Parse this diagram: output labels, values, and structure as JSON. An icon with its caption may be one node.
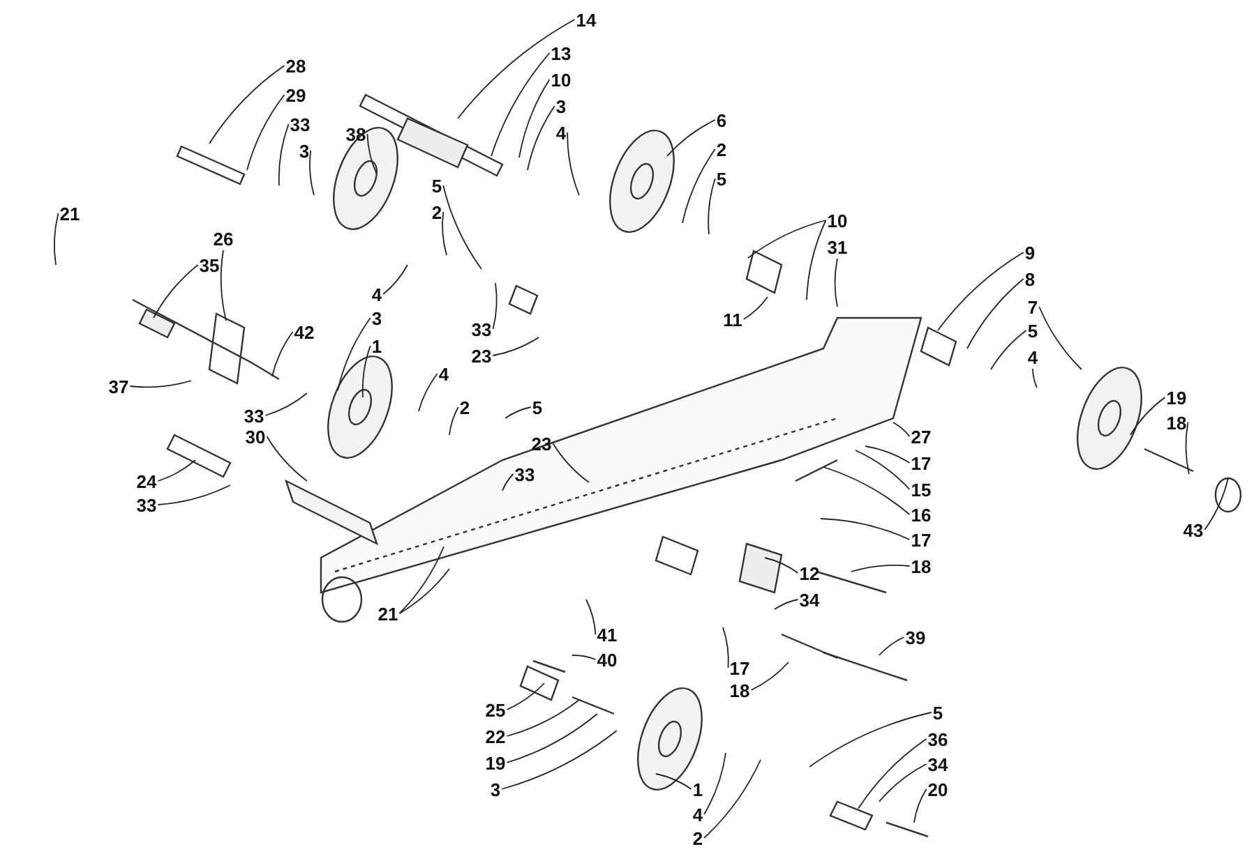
{
  "diagram": {
    "nodes": [
      {
        "text": [
          "14"
        ]
      },
      {
        "text": [
          "13"
        ]
      },
      {
        "text": [
          "10"
        ]
      },
      {
        "text": [
          "3"
        ]
      },
      {
        "text": [
          "4"
        ]
      },
      {
        "text": [
          "28"
        ]
      },
      {
        "text": [
          "29"
        ]
      },
      {
        "text": [
          "33"
        ]
      },
      {
        "text": [
          "3"
        ]
      },
      {
        "text": [
          "38"
        ]
      },
      {
        "text": [
          "6"
        ]
      },
      {
        "text": [
          "2"
        ]
      },
      {
        "text": [
          "5"
        ]
      },
      {
        "text": [
          "5"
        ]
      },
      {
        "text": [
          "2"
        ]
      },
      {
        "text": [
          "4"
        ]
      },
      {
        "text": [
          "10"
        ]
      },
      {
        "text": [
          "31"
        ]
      },
      {
        "text": [
          "11"
        ]
      },
      {
        "text": [
          "21"
        ]
      },
      {
        "text": [
          "26"
        ]
      },
      {
        "text": [
          "35"
        ]
      },
      {
        "text": [
          "42"
        ]
      },
      {
        "text": [
          "37"
        ]
      },
      {
        "text": [
          "3"
        ]
      },
      {
        "text": [
          "1"
        ]
      },
      {
        "text": [
          "33"
        ]
      },
      {
        "text": [
          "33"
        ]
      },
      {
        "text": [
          "23"
        ]
      },
      {
        "text": [
          "9"
        ]
      },
      {
        "text": [
          "8"
        ]
      },
      {
        "text": [
          "7"
        ]
      },
      {
        "text": [
          "5"
        ]
      },
      {
        "text": [
          "4"
        ]
      },
      {
        "text": [
          "4"
        ]
      },
      {
        "text": [
          "2"
        ]
      },
      {
        "text": [
          "5"
        ]
      },
      {
        "text": [
          "23"
        ]
      },
      {
        "text": [
          "33"
        ]
      },
      {
        "text": [
          "30"
        ]
      },
      {
        "text": [
          "24"
        ]
      },
      {
        "text": [
          "33"
        ]
      },
      {
        "text": [
          "21"
        ]
      },
      {
        "text": [
          "27"
        ]
      },
      {
        "text": [
          "17"
        ]
      },
      {
        "text": [
          "15"
        ]
      },
      {
        "text": [
          "16"
        ]
      },
      {
        "text": [
          "17"
        ]
      },
      {
        "text": [
          "18"
        ]
      },
      {
        "text": [
          "12"
        ]
      },
      {
        "text": [
          "34"
        ]
      },
      {
        "text": [
          "39"
        ]
      },
      {
        "text": [
          "41"
        ]
      },
      {
        "text": [
          "40"
        ]
      },
      {
        "text": [
          "17"
        ]
      },
      {
        "text": [
          "18"
        ]
      },
      {
        "text": [
          "19"
        ]
      },
      {
        "text": [
          "18"
        ]
      },
      {
        "text": [
          "43"
        ]
      },
      {
        "text": [
          "25"
        ]
      },
      {
        "text": [
          "22"
        ]
      },
      {
        "text": [
          "19"
        ]
      },
      {
        "text": [
          "3"
        ]
      },
      {
        "text": [
          "1"
        ]
      },
      {
        "text": [
          "4"
        ]
      },
      {
        "text": [
          "2"
        ]
      },
      {
        "text": [
          "5"
        ]
      },
      {
        "text": [
          "36"
        ]
      },
      {
        "text": [
          "34"
        ]
      },
      {
        "text": [
          "20"
        ]
      }
    ],
    "edges": [
      {
        "from": 0,
        "to": null,
        "arrow": "none"
      },
      {
        "from": 1,
        "to": null,
        "arrow": "none"
      },
      {
        "from": 2,
        "to": null,
        "arrow": "none"
      },
      {
        "from": 3,
        "to": null,
        "arrow": "none"
      },
      {
        "from": 4,
        "to": null,
        "arrow": "none"
      },
      {
        "from": 5,
        "to": null,
        "arrow": "none"
      },
      {
        "from": 6,
        "to": null,
        "arrow": "none"
      },
      {
        "from": 7,
        "to": null,
        "arrow": "none"
      },
      {
        "from": 8,
        "to": null,
        "arrow": "none"
      },
      {
        "from": 9,
        "to": null,
        "arrow": "none"
      },
      {
        "from": 10,
        "to": null,
        "arrow": "none"
      },
      {
        "from": 11,
        "to": null,
        "arrow": "none"
      },
      {
        "from": 12,
        "to": null,
        "arrow": "none"
      },
      {
        "from": 13,
        "to": null,
        "arrow": "none"
      },
      {
        "from": 14,
        "to": null,
        "arrow": "none"
      },
      {
        "from": 15,
        "to": null,
        "arrow": "none"
      },
      {
        "from": 16,
        "to": null,
        "arrow": "none"
      },
      {
        "from": 16,
        "to": null,
        "arrow": "none"
      },
      {
        "from": 17,
        "to": null,
        "arrow": "none"
      },
      {
        "from": 18,
        "to": null,
        "arrow": "none"
      },
      {
        "from": 19,
        "to": null,
        "arrow": "none"
      },
      {
        "from": 20,
        "to": null,
        "arrow": "none"
      },
      {
        "from": 21,
        "to": null,
        "arrow": "none"
      },
      {
        "from": 22,
        "to": null,
        "arrow": "none"
      },
      {
        "from": 23,
        "to": null,
        "arrow": "none"
      },
      {
        "from": 24,
        "to": null,
        "arrow": "none"
      },
      {
        "from": 25,
        "to": null,
        "arrow": "none"
      },
      {
        "from": 26,
        "to": null,
        "arrow": "none"
      },
      {
        "from": 27,
        "to": null,
        "arrow": "none"
      },
      {
        "from": 28,
        "to": null,
        "arrow": "none"
      },
      {
        "from": 29,
        "to": null,
        "arrow": "none"
      },
      {
        "from": 30,
        "to": null,
        "arrow": "none"
      },
      {
        "from": 31,
        "to": null,
        "arrow": "none"
      },
      {
        "from": 32,
        "to": null,
        "arrow": "none"
      },
      {
        "from": 33,
        "to": null,
        "arrow": "none"
      },
      {
        "from": 34,
        "to": null,
        "arrow": "none"
      },
      {
        "from": 35,
        "to": null,
        "arrow": "none"
      },
      {
        "from": 36,
        "to": null,
        "arrow": "none"
      },
      {
        "from": 37,
        "to": null,
        "arrow": "none"
      },
      {
        "from": 38,
        "to": null,
        "arrow": "none"
      },
      {
        "from": 39,
        "to": null,
        "arrow": "none"
      },
      {
        "from": 40,
        "to": null,
        "arrow": "none"
      },
      {
        "from": 41,
        "to": null,
        "arrow": "none"
      },
      {
        "from": 42,
        "to": null,
        "arrow": "none"
      },
      {
        "from": 42,
        "to": null,
        "arrow": "none"
      },
      {
        "from": 43,
        "to": null,
        "arrow": "none"
      },
      {
        "from": 44,
        "to": null,
        "arrow": "none"
      },
      {
        "from": 45,
        "to": null,
        "arrow": "none"
      },
      {
        "from": 46,
        "to": null,
        "arrow": "none"
      },
      {
        "from": 47,
        "to": null,
        "arrow": "none"
      },
      {
        "from": 48,
        "to": null,
        "arrow": "none"
      },
      {
        "from": 49,
        "to": null,
        "arrow": "none"
      },
      {
        "from": 50,
        "to": null,
        "arrow": "none"
      },
      {
        "from": 51,
        "to": null,
        "arrow": "none"
      },
      {
        "from": 52,
        "to": null,
        "arrow": "none"
      },
      {
        "from": 53,
        "to": null,
        "arrow": "none"
      },
      {
        "from": 54,
        "to": null,
        "arrow": "none"
      },
      {
        "from": 55,
        "to": null,
        "arrow": "none"
      },
      {
        "from": 56,
        "to": null,
        "arrow": "none"
      },
      {
        "from": 57,
        "to": null,
        "arrow": "none"
      },
      {
        "from": 58,
        "to": null,
        "arrow": "none"
      },
      {
        "from": 59,
        "to": null,
        "arrow": "none"
      },
      {
        "from": 60,
        "to": null,
        "arrow": "none"
      },
      {
        "from": 61,
        "to": null,
        "arrow": "none"
      },
      {
        "from": 62,
        "to": null,
        "arrow": "none"
      },
      {
        "from": 63,
        "to": null,
        "arrow": "none"
      },
      {
        "from": 64,
        "to": null,
        "arrow": "none"
      },
      {
        "from": 65,
        "to": null,
        "arrow": "none"
      },
      {
        "from": 66,
        "to": null,
        "arrow": "none"
      },
      {
        "from": 67,
        "to": null,
        "arrow": "none"
      },
      {
        "from": 68,
        "to": null,
        "arrow": "none"
      },
      {
        "from": 69,
        "to": null,
        "arrow": "none"
      }
    ]
  }
}
